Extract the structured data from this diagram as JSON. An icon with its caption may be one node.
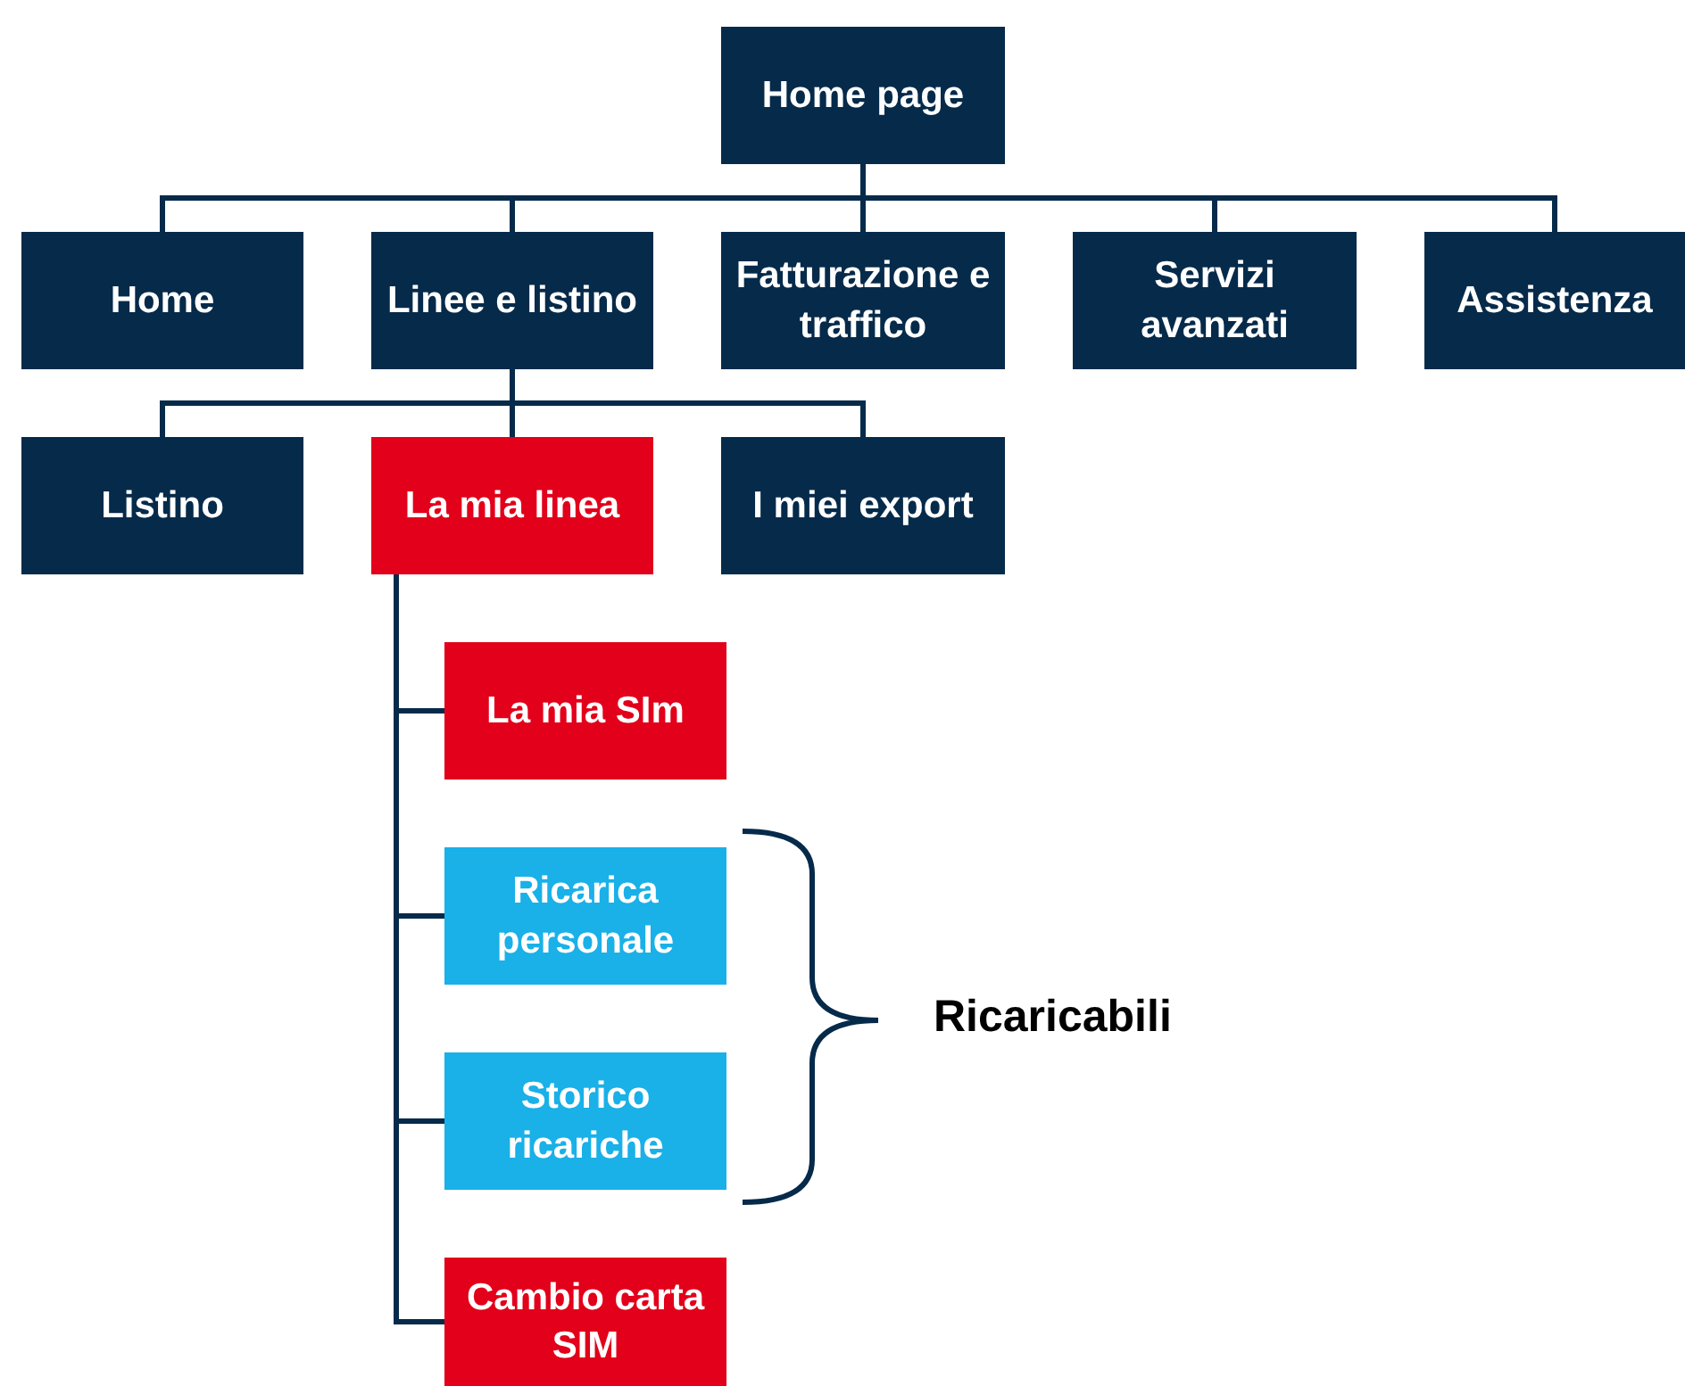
{
  "diagram": {
    "nodes": [
      {
        "text": [
          "Home page"
        ]
      },
      {
        "text": [
          "Home"
        ]
      },
      {
        "text": [
          "Linee e listino"
        ]
      },
      {
        "text": [
          "Fatturazione e traffico"
        ]
      },
      {
        "text": [
          "Servizi avanzati"
        ]
      },
      {
        "text": [
          "Assistenza"
        ]
      },
      {
        "text": [
          "Listino"
        ]
      },
      {
        "text": [
          "La mia linea"
        ]
      },
      {
        "text": [
          "I miei export"
        ]
      },
      {
        "text": [
          "La mia SIm"
        ]
      },
      {
        "text": [
          "Ricarica personale"
        ]
      },
      {
        "text": [
          "Storico ricariche"
        ]
      },
      {
        "text": [
          "Cambio carta SIM"
        ]
      }
    ],
    "edges": [
      {
        "from": 0,
        "to": 1,
        "arrow": "none"
      },
      {
        "from": 0,
        "to": 2,
        "arrow": "none"
      },
      {
        "from": 0,
        "to": 3,
        "arrow": "none"
      },
      {
        "from": 0,
        "to": 4,
        "arrow": "none"
      },
      {
        "from": 0,
        "to": 5,
        "arrow": "none"
      },
      {
        "from": 2,
        "to": 6,
        "arrow": "none"
      },
      {
        "from": 2,
        "to": 7,
        "arrow": "none"
      },
      {
        "from": 2,
        "to": 8,
        "arrow": "none"
      },
      {
        "from": 7,
        "to": 9,
        "arrow": "none"
      },
      {
        "from": 7,
        "to": 10,
        "arrow": "none"
      },
      {
        "from": 7,
        "to": 11,
        "arrow": "none"
      },
      {
        "from": 7,
        "to": 12,
        "arrow": "none"
      }
    ],
    "labels": [
      "Ricaricabili"
    ]
  }
}
